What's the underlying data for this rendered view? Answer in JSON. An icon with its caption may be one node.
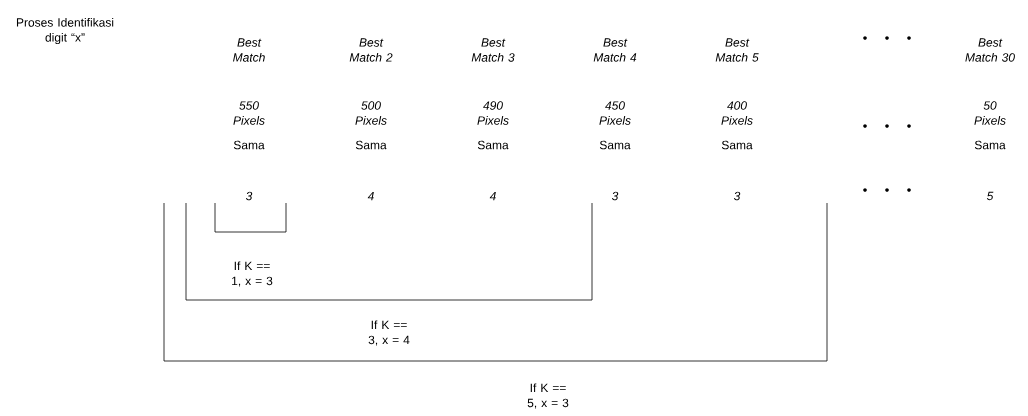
{
  "diagram": {
    "title": "Proses Identifikasi digit “x”",
    "labels": [
      "Best Match",
      "Best Match 2",
      "Best Match 3",
      "Best Match 4",
      "Best Match 5",
      "Best Match 30",
      "550 Pixels",
      "500 Pixels",
      "490 Pixels",
      "450 Pixels",
      "400 Pixels",
      "50 Pixels",
      "Sama",
      "Sama",
      "Sama",
      "Sama",
      "Sama",
      "Sama",
      "3",
      "4",
      "4",
      "3",
      "3",
      "5",
      "If K == 1, x = 3",
      "If K == 3, x = 4",
      "If K == 5, x = 3"
    ]
  }
}
